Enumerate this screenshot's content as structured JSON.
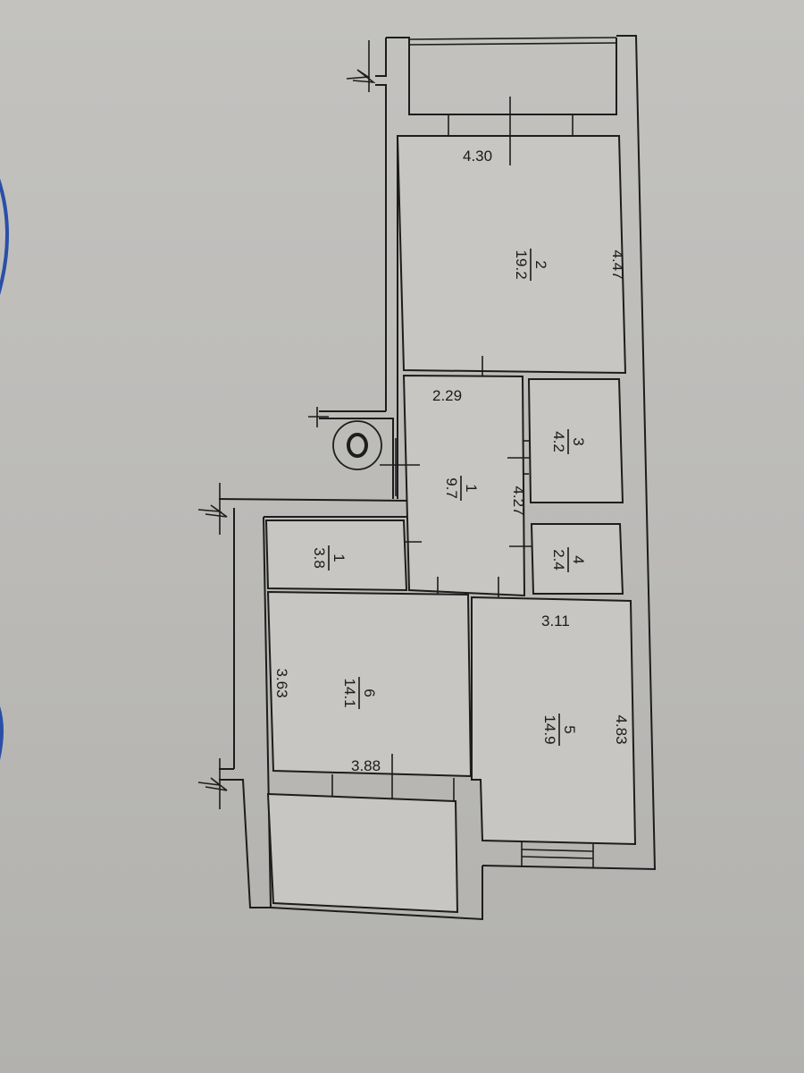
{
  "plan": {
    "orientation": "rotated 90deg clockwise",
    "background_color": "#bdbcb9",
    "line_color": "#1d1d1d",
    "rooms": [
      {
        "id": "room-2",
        "number": "2",
        "area": "19.2",
        "width": "4.30",
        "length": "4.47"
      },
      {
        "id": "room-1-hall",
        "number": "1",
        "area": "9.7",
        "width": "2.29",
        "length": "4.27"
      },
      {
        "id": "room-3",
        "number": "3",
        "area": "4.2"
      },
      {
        "id": "room-4",
        "number": "4",
        "area": "2.4"
      },
      {
        "id": "room-1-small",
        "number": "1",
        "area": "3.8"
      },
      {
        "id": "room-6",
        "number": "6",
        "area": "14.1",
        "width": "3.88",
        "length": "3.63"
      },
      {
        "id": "room-5",
        "number": "5",
        "area": "14.9",
        "width": "3.11",
        "length": "4.83"
      }
    ],
    "dimensions": {
      "d430": "4.30",
      "d447": "4.47",
      "d229": "2.29",
      "d427": "4.27",
      "d311": "3.11",
      "d483": "4.83",
      "d363": "3.63",
      "d388": "3.88"
    },
    "symbols": {
      "riser": "O",
      "blue_marks": "blue ink arcs at left edge"
    }
  }
}
